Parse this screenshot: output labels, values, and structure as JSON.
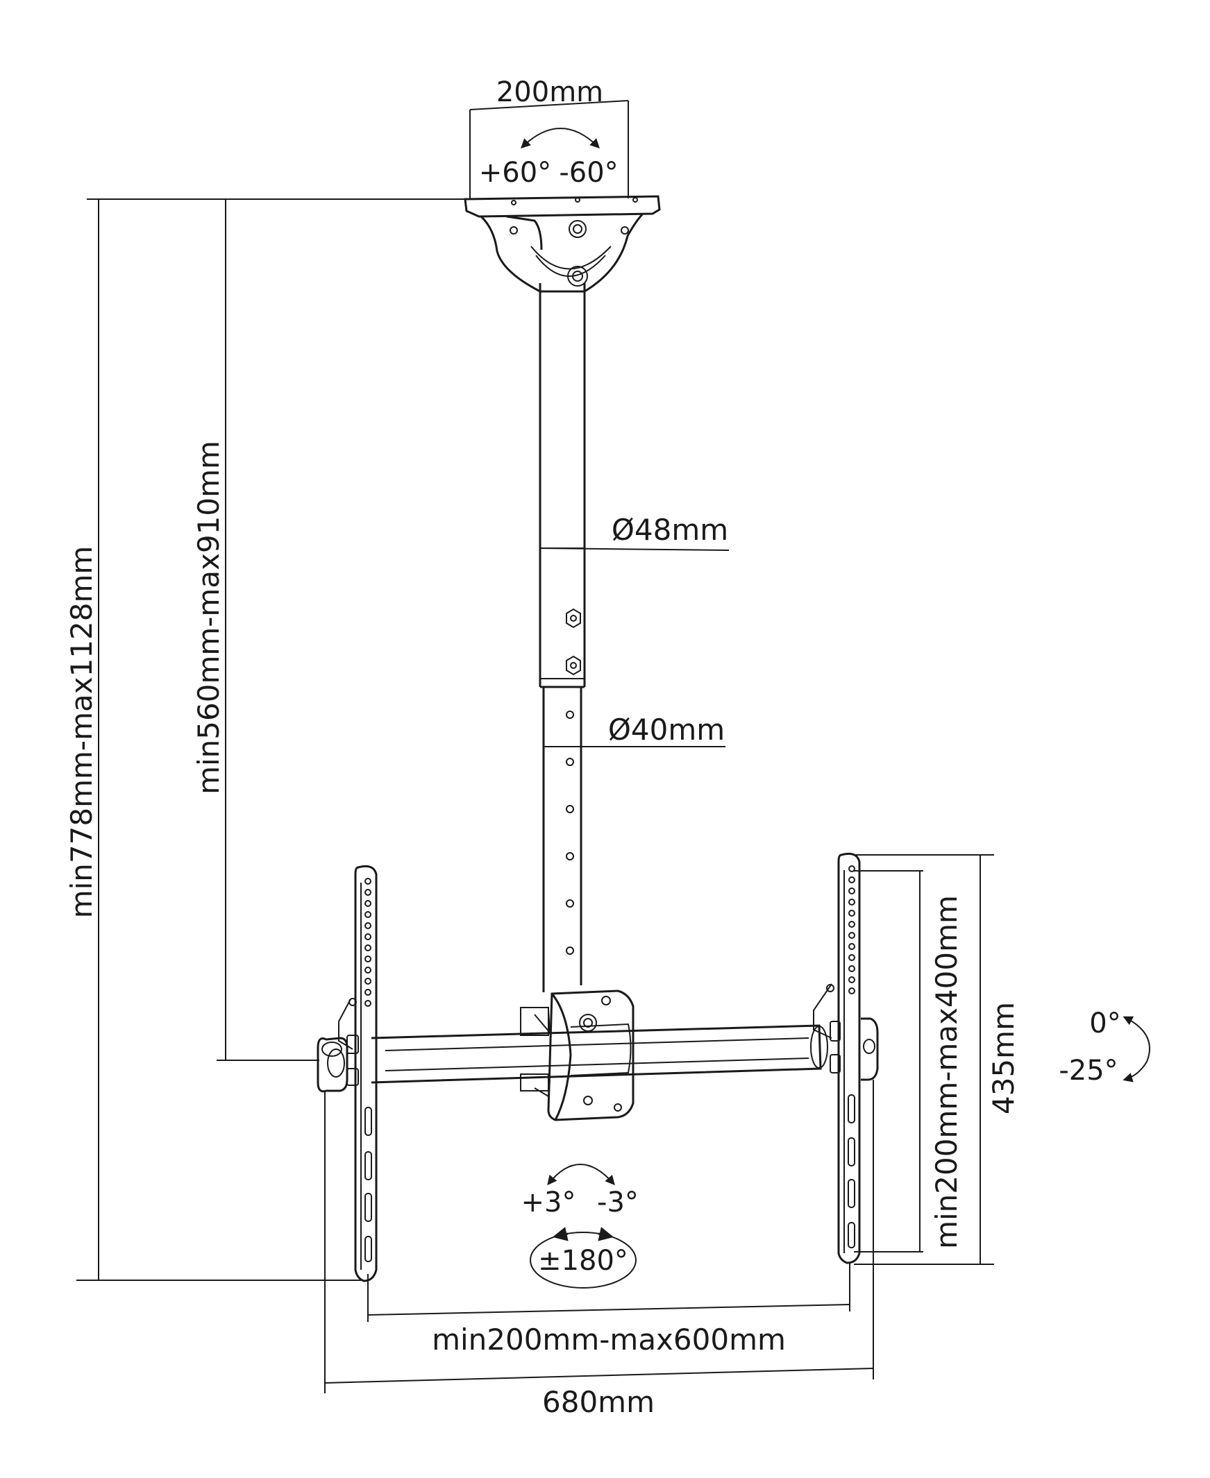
{
  "colors": {
    "line": "#1a1a1a",
    "background": "#ffffff"
  },
  "dimensions": {
    "plate_width": "200mm",
    "swivel_plus": "+60°",
    "swivel_minus": "-60°",
    "pole_outer_diameter": "Ø48mm",
    "pole_inner_diameter": "Ø40mm",
    "overall_height": "min778mm-max1128mm",
    "pole_height": "min560mm-max910mm",
    "vesa_vertical": "min200mm-max400mm",
    "bracket_height": "435mm",
    "tilt_top": "0°",
    "tilt_bottom": "-25°",
    "level_plus": "+3°",
    "level_minus": "-3°",
    "rotation": "±180°",
    "vesa_horizontal": "min200mm-max600mm",
    "overall_width": "680mm"
  }
}
